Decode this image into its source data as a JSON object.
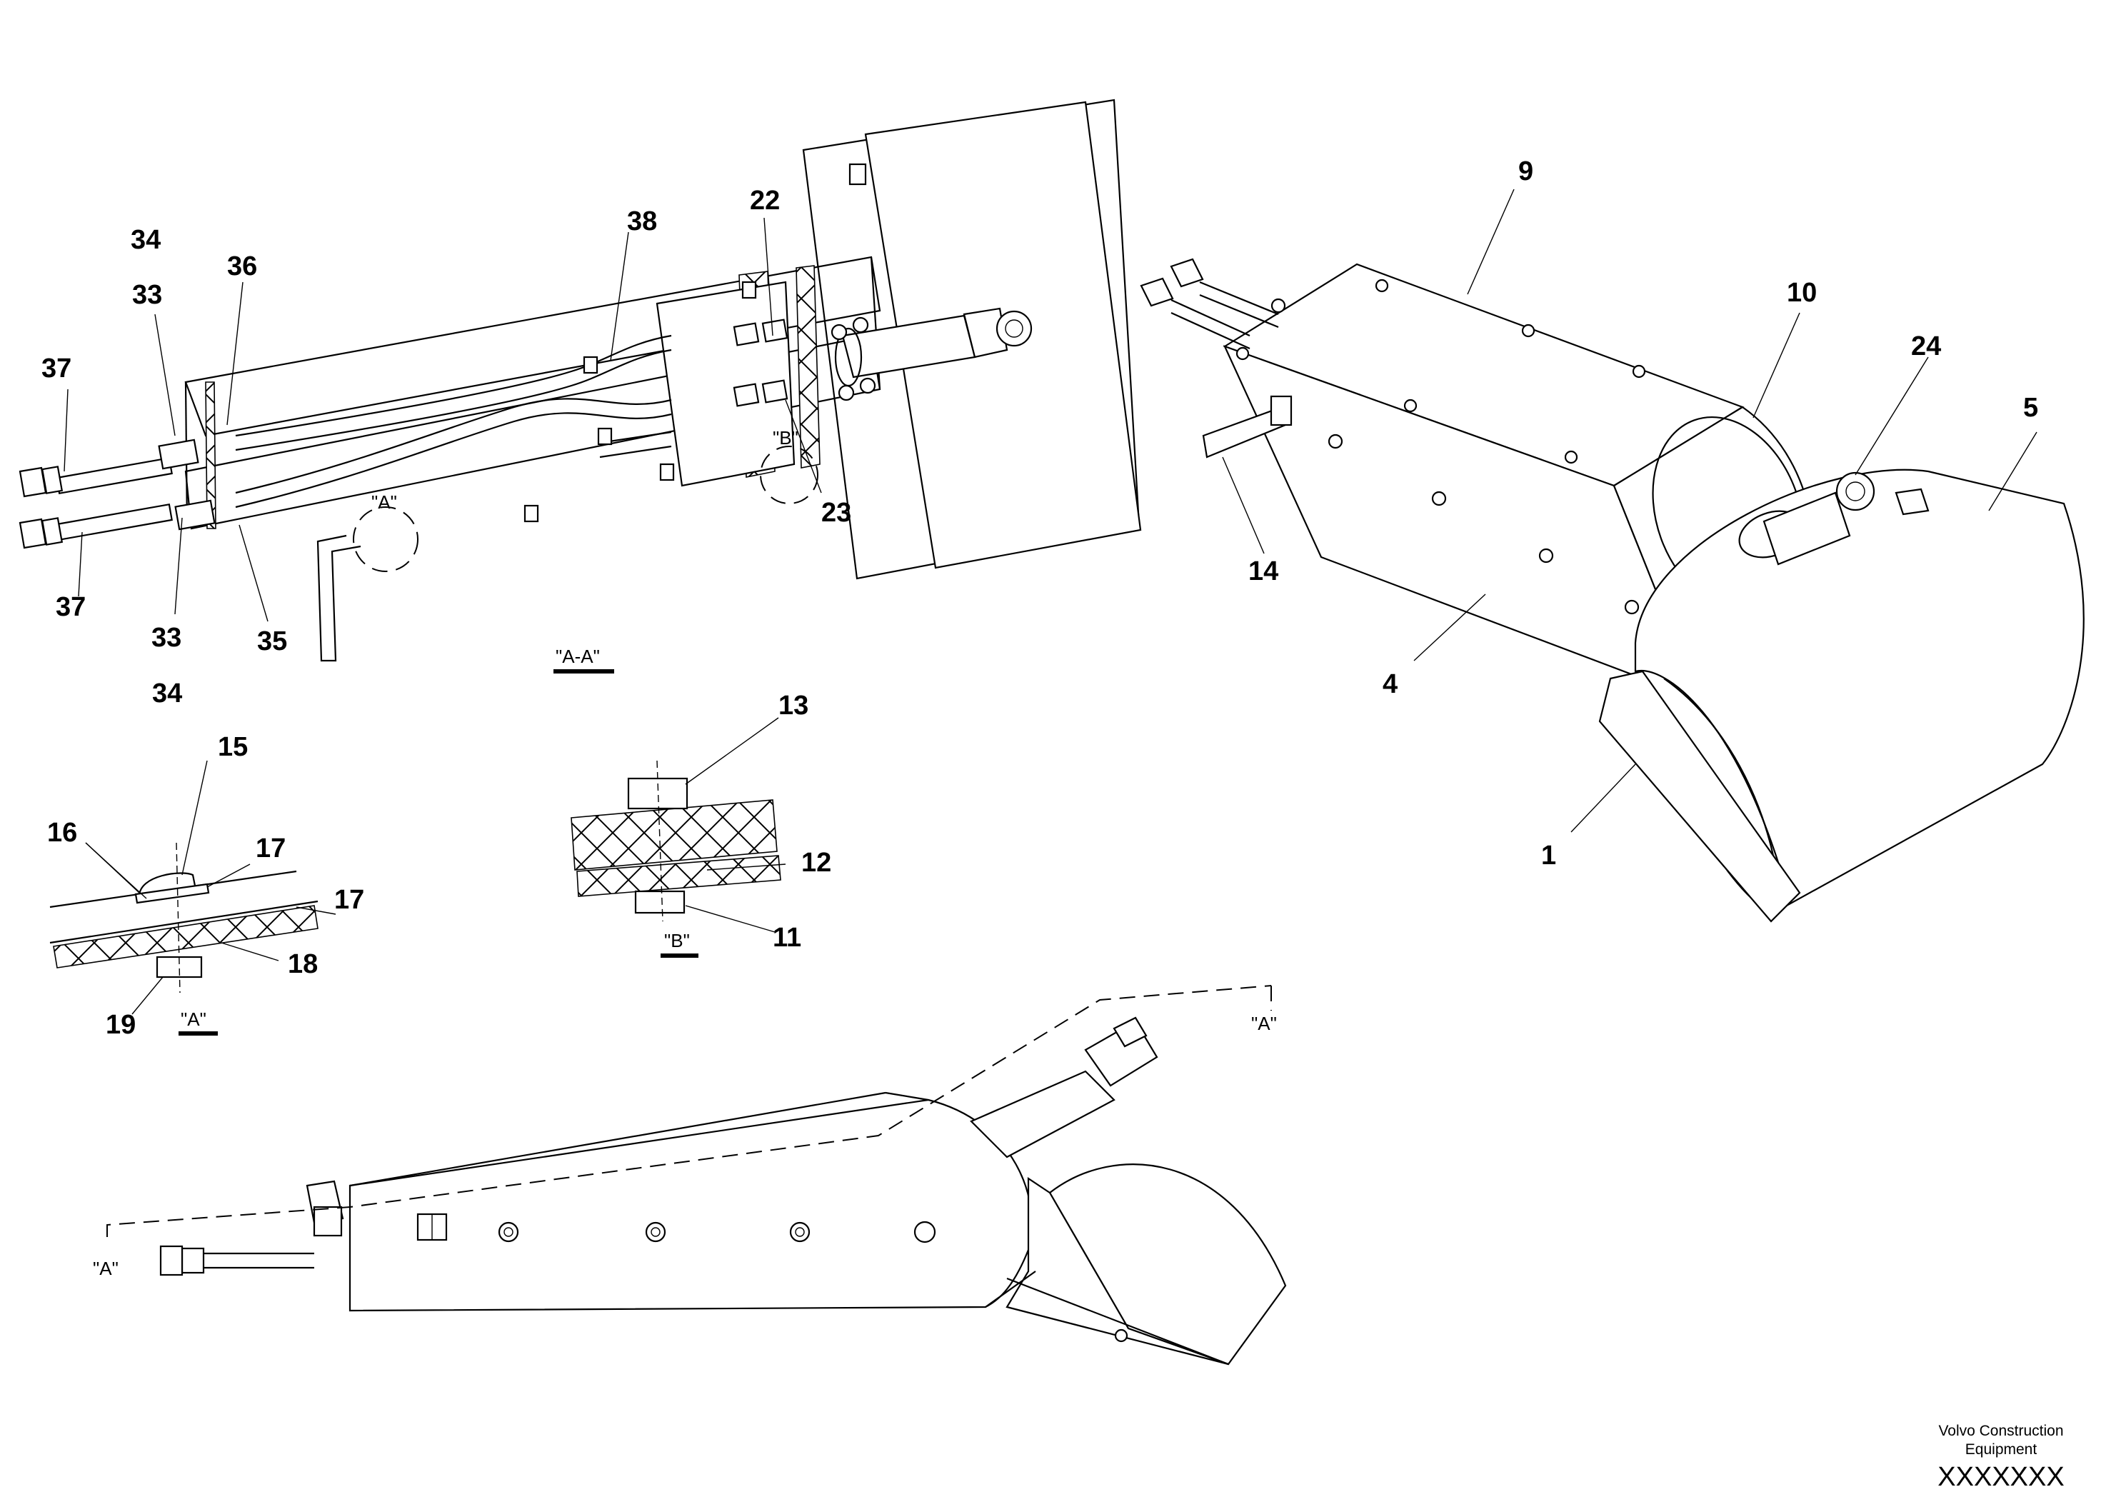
{
  "callouts": [
    {
      "id": "c37a",
      "label": "37"
    },
    {
      "id": "c33a",
      "label": "33"
    },
    {
      "id": "c34a",
      "label": "34"
    },
    {
      "id": "c36",
      "label": "36"
    },
    {
      "id": "c38",
      "label": "38"
    },
    {
      "id": "c22",
      "label": "22"
    },
    {
      "id": "c23",
      "label": "23"
    },
    {
      "id": "c37b",
      "label": "37"
    },
    {
      "id": "c33b",
      "label": "33"
    },
    {
      "id": "c35",
      "label": "35"
    },
    {
      "id": "c34b",
      "label": "34"
    },
    {
      "id": "c9",
      "label": "9"
    },
    {
      "id": "c10",
      "label": "10"
    },
    {
      "id": "c24",
      "label": "24"
    },
    {
      "id": "c5",
      "label": "5"
    },
    {
      "id": "c14",
      "label": "14"
    },
    {
      "id": "c4",
      "label": "4"
    },
    {
      "id": "c1",
      "label": "1"
    },
    {
      "id": "c15",
      "label": "15"
    },
    {
      "id": "c16",
      "label": "16"
    },
    {
      "id": "c17a",
      "label": "17"
    },
    {
      "id": "c17b",
      "label": "17"
    },
    {
      "id": "c18",
      "label": "18"
    },
    {
      "id": "c19",
      "label": "19"
    },
    {
      "id": "c13",
      "label": "13"
    },
    {
      "id": "c12",
      "label": "12"
    },
    {
      "id": "c11",
      "label": "11"
    }
  ],
  "section_labels": {
    "section_aa": "\"A-A\"",
    "detail_a": "\"A\"",
    "detail_b": "\"B\"",
    "marker_a_circle": "\"A\"",
    "marker_b_circle": "\"B\"",
    "cut_a_right": "\"A\"",
    "cut_a_left": "\"A\""
  },
  "title_block": {
    "brand_line1": "Volvo Construction",
    "brand_line2": "Equipment",
    "drawing_code": "XXXXXXX"
  }
}
